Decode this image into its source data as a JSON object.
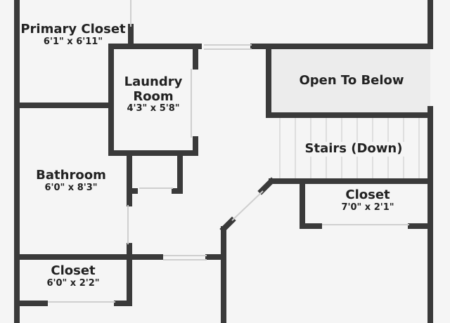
{
  "rooms": {
    "primary_closet": {
      "name": "Primary Closet",
      "dims": "6'1\" x 6'11\""
    },
    "laundry": {
      "name_line1": "Laundry",
      "name_line2": "Room",
      "dims": "4'3\" x 5'8\""
    },
    "open_to_below": {
      "name": "Open To Below"
    },
    "stairs": {
      "name": "Stairs (Down)"
    },
    "bathroom": {
      "name": "Bathroom",
      "dims": "6'0\" x 8'3\""
    },
    "closet_right": {
      "name": "Closet",
      "dims": "7'0\" x 2'1\""
    },
    "closet_left": {
      "name": "Closet",
      "dims": "6'0\" x 2'2\""
    }
  },
  "colors": {
    "wall": "#3a3a3a",
    "floor": "#f5f5f5",
    "open_area": "#ececec",
    "text": "#222222"
  }
}
